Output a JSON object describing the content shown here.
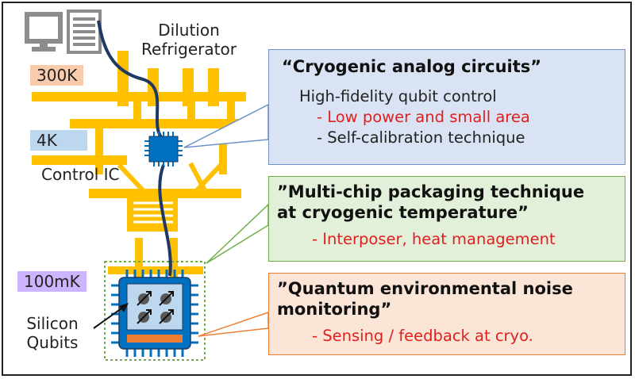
{
  "labels": {
    "dilution_refrigerator": [
      "Dilution",
      "Refrigerator"
    ],
    "temp_300k": "300K",
    "temp_4k": "4K",
    "temp_100mk": "100mK",
    "control_ic": "Control IC",
    "silicon_qubits": [
      "Silicon",
      "Qubits"
    ]
  },
  "boxes": [
    {
      "heading": [
        "“Cryogenic analog circuits”"
      ],
      "lines": [
        {
          "text": "High-fidelity qubit control",
          "color": "#222222"
        },
        {
          "text": "- Low power and small area",
          "color": "#e0201e"
        },
        {
          "text": "- Self-calibration technique",
          "color": "#222222"
        }
      ],
      "fill": "#dae3f3",
      "border": "#6f8fc9"
    },
    {
      "heading": [
        "”Multi-chip packaging technique",
        "at cryogenic temperature”"
      ],
      "lines": [
        {
          "text": "- Interposer, heat management",
          "color": "#e0201e"
        }
      ],
      "fill": "#e2efd9",
      "border": "#70ad47"
    },
    {
      "heading": [
        "”Quantum environmental noise",
        "monitoring”"
      ],
      "lines": [
        {
          "text": "- Sensing / feedback at cryo.",
          "color": "#e0201e"
        }
      ],
      "fill": "#fbe5d6",
      "border": "#ed7d31"
    }
  ],
  "colors": {
    "tag_300k": "#f8cbad",
    "tag_4k": "#bdd7ee",
    "tag_100mk": "#cdb4ff",
    "structure": "#ffc000",
    "chip": "#0070c0",
    "cable": "#1f3864",
    "qubit_strip": "#ed7d31"
  },
  "icons": [
    "desktop-monitor-icon",
    "server-icon"
  ]
}
